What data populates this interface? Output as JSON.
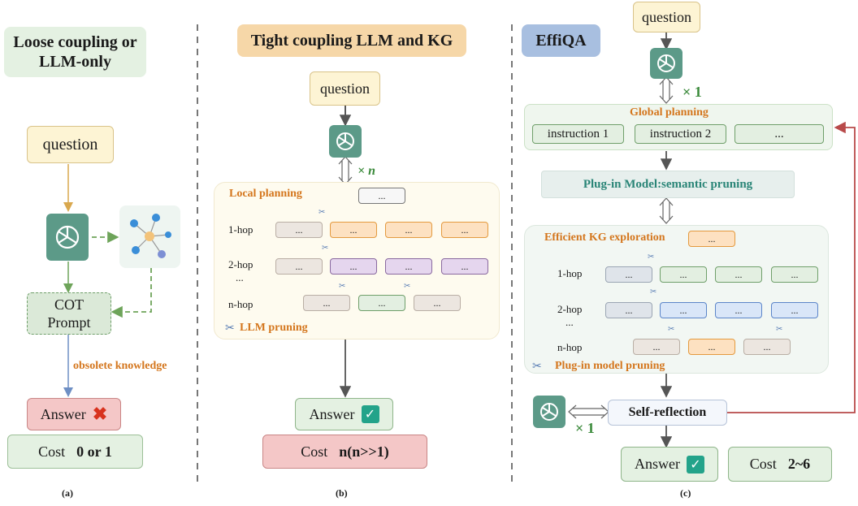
{
  "panel_a": {
    "title_line1": "Loose coupling or",
    "title_line2": "LLM-only",
    "question": "question",
    "cot_line1": "COT",
    "cot_line2": "Prompt",
    "obsolete": "obsolete knowledge",
    "answer": "Answer",
    "cost_label": "Cost",
    "cost_value": "0 or 1",
    "caption": "(a)"
  },
  "panel_b": {
    "title": "Tight coupling LLM and KG",
    "question": "question",
    "times_n": "× n",
    "local_planning": "Local planning",
    "hops": [
      "1-hop",
      "2-hop",
      "...",
      "n-hop"
    ],
    "node_text": "...",
    "llm_pruning": "LLM pruning",
    "answer": "Answer",
    "cost_label": "Cost",
    "cost_value": "n(n>>1)",
    "caption": "(b)"
  },
  "panel_c": {
    "title": "EffiQA",
    "question": "question",
    "times_1_top": "× 1",
    "global_planning": "Global planning",
    "instructions": [
      "instruction 1",
      "instruction 2",
      "..."
    ],
    "plugin_semantic": "Plug-in Model:semantic pruning",
    "efficient_kg": "Efficient KG exploration",
    "hops": [
      "1-hop",
      "2-hop",
      "...",
      "n-hop"
    ],
    "node_text": "...",
    "plugin_pruning": "Plug-in model pruning",
    "self_reflection": "Self-reflection",
    "times_1_bottom": "× 1",
    "answer": "Answer",
    "cost_label": "Cost",
    "cost_value": "2~6",
    "caption": "(c)"
  },
  "colors": {
    "green_box": "#e4f1e2",
    "orange_box": "#f6d7a8",
    "blue_box": "#a8bfe0",
    "question_box": "#fdf4d4",
    "red_box": "#f4c7c7",
    "icon": "#5c9a88"
  },
  "icons": [
    "openai-logo-icon",
    "knowledge-graph-icon",
    "cross-mark-icon",
    "check-mark-icon",
    "scissors-icon"
  ]
}
